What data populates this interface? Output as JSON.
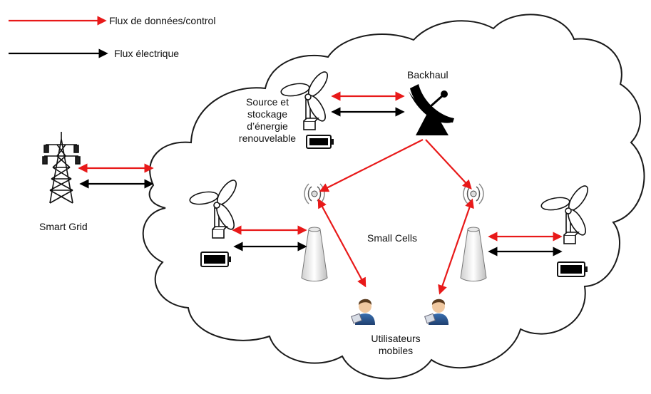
{
  "legend": {
    "data_flow": "Flux de données/control",
    "power_flow": "Flux électrique"
  },
  "labels": {
    "backhaul": "Backhaul",
    "renewable_line1": "Source et",
    "renewable_line2": "stockage",
    "renewable_line3": "d’énergie",
    "renewable_line4": "renouvelable",
    "smart_grid": "Smart Grid",
    "small_cells": "Small Cells",
    "users_line1": "Utilisateurs",
    "users_line2": "mobiles"
  },
  "colors": {
    "data_flow": "#e81919",
    "power_flow": "#000000",
    "cloud_stroke": "#1a1a1a",
    "battery_level": "#000000"
  },
  "icons": {
    "grid": "transmission-tower-icon",
    "turbine": "wind-turbine-icon",
    "battery": "battery-icon",
    "dish": "satellite-dish-icon",
    "tower": "small-cell-tower-icon",
    "user": "mobile-user-icon"
  }
}
